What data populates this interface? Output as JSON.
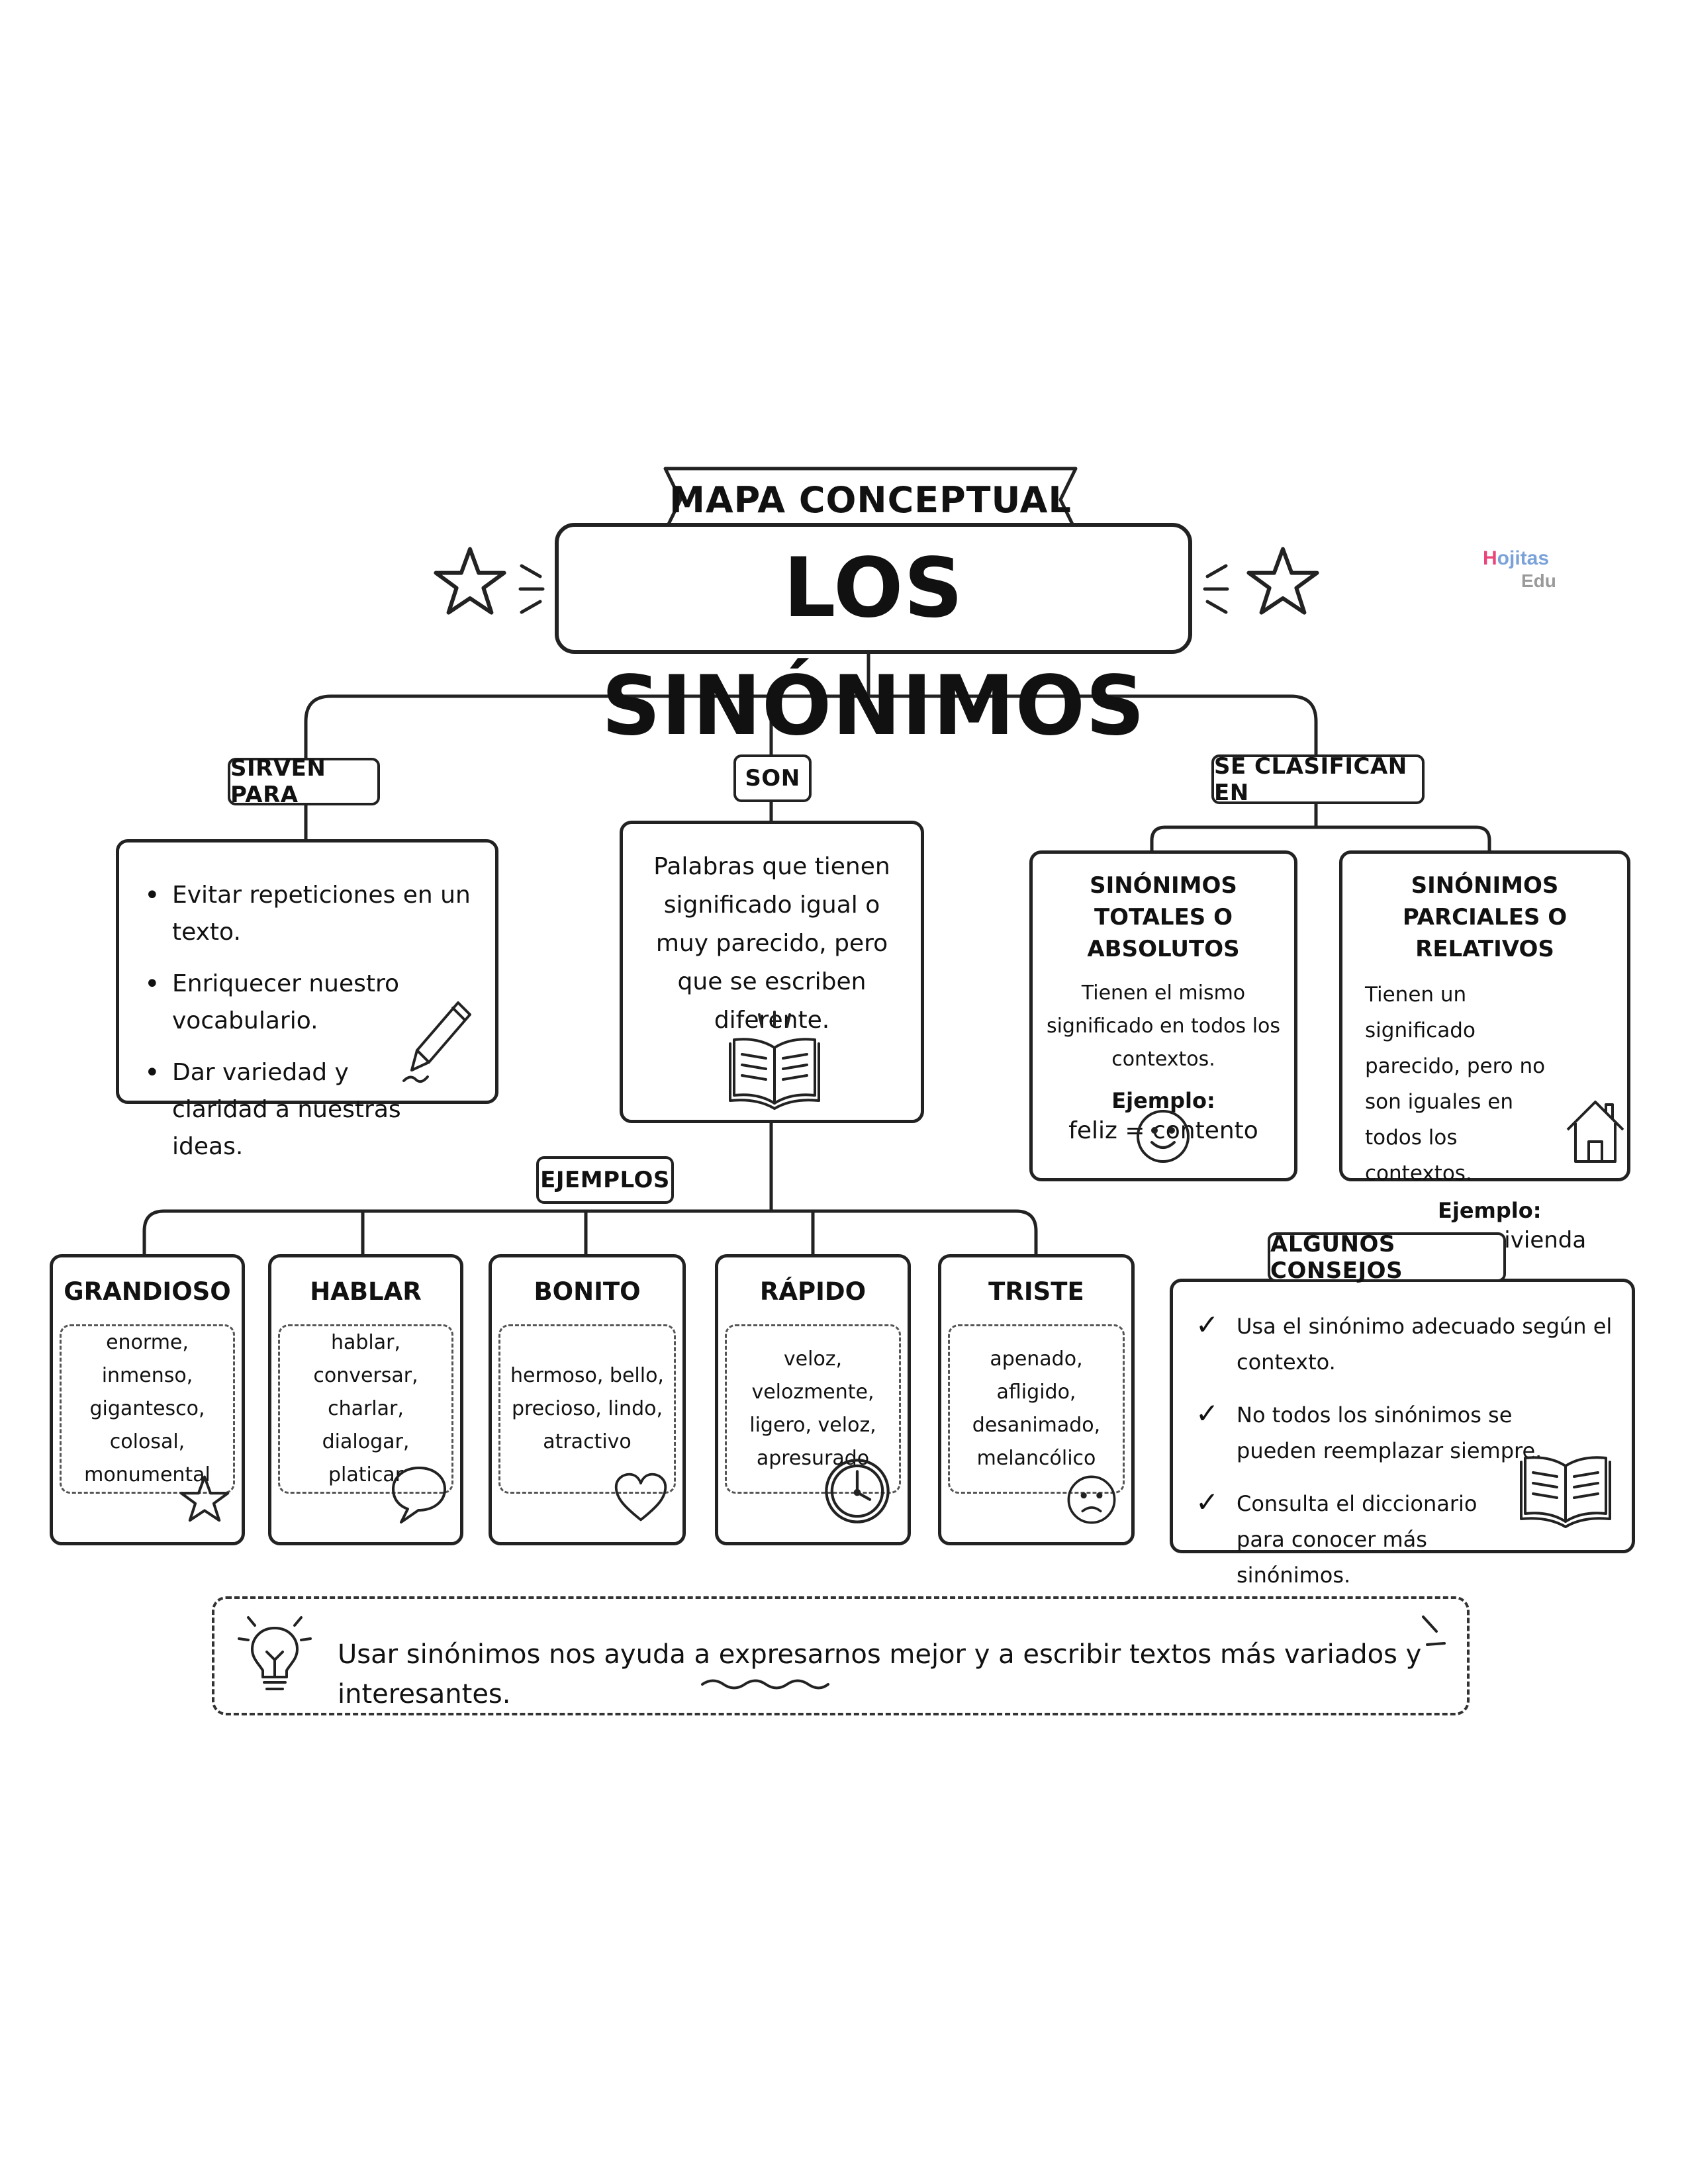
{
  "header": {
    "banner": "MAPA CONCEPTUAL",
    "title": "LOS SINÓNIMOS"
  },
  "logo": {
    "part1": "H",
    "part2": "ojitas",
    "part3": "Edu"
  },
  "branches": {
    "sirven": {
      "label": "SIRVEN PARA",
      "items": [
        "Evitar repeticiones en un texto.",
        "Enriquecer nuestro vocabulario.",
        "Dar variedad y claridad a nuestras ideas."
      ]
    },
    "son": {
      "label": "SON",
      "text": "Palabras que tienen significado igual o muy parecido, pero que se escriben diferente."
    },
    "clasifican": {
      "label": "SE CLASIFICAN EN",
      "totales": {
        "title": "SINÓNIMOS TOTALES O ABSOLUTOS",
        "text": "Tienen el mismo significado en todos los contextos.",
        "example_label": "Ejemplo:",
        "example": "feliz = contento"
      },
      "parciales": {
        "title": "SINÓNIMOS PARCIALES O RELATIVOS",
        "text": "Tienen un significado parecido, pero no son iguales en todos los contextos.",
        "example_label": "Ejemplo:",
        "example": "casa = vivienda"
      }
    }
  },
  "ejemplos": {
    "label": "EJEMPLOS",
    "cards": [
      {
        "title": "GRANDIOSO",
        "words": "enorme, inmenso, gigantesco, colosal, monumental",
        "icon": "star-icon"
      },
      {
        "title": "HABLAR",
        "words": "hablar, conversar, charlar, dialogar, platicar",
        "icon": "speech-bubble-icon"
      },
      {
        "title": "BONITO",
        "words": "hermoso, bello, precioso, lindo, atractivo",
        "icon": "heart-icon"
      },
      {
        "title": "RÁPIDO",
        "words": "veloz, velozmente, ligero, veloz, apresurado",
        "icon": "clock-icon"
      },
      {
        "title": "TRISTE",
        "words": "apenado, afligido, desanimado, melancólico",
        "icon": "sad-face-icon"
      }
    ]
  },
  "consejos": {
    "label": "ALGUNOS CONSEJOS",
    "items": [
      "Usa el sinónimo adecuado según el contexto.",
      "No todos los sinónimos se pueden reemplazar siempre.",
      "Consulta el diccionario para conocer más sinónimos."
    ],
    "check": "✓"
  },
  "footer": {
    "text": "Usar sinónimos nos ayuda a expresarnos mejor y a escribir textos más variados y interesantes."
  },
  "colors": {
    "ink": "#222222",
    "logo_accent": "#e8457a",
    "logo_gray": "#9a9a9a"
  }
}
